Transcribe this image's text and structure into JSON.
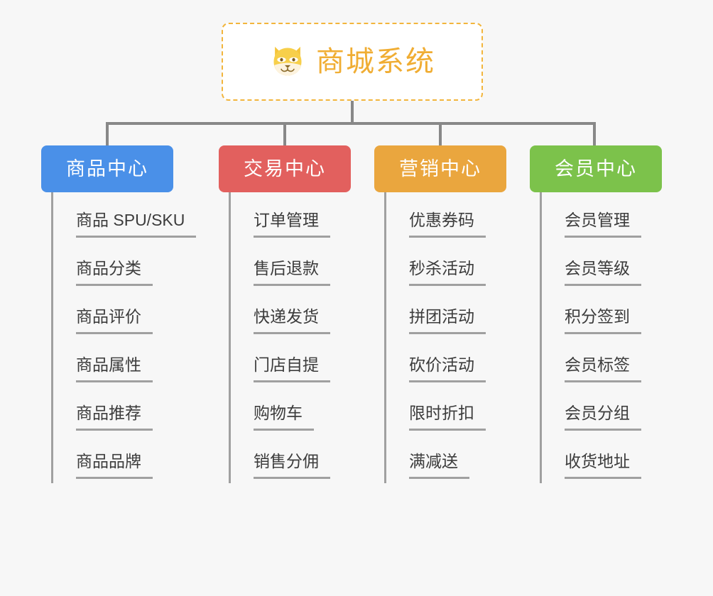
{
  "background_color": "#f7f7f7",
  "root": {
    "title": "商城系统",
    "icon": "shiba-dog-face-icon",
    "text_color": "#f0ad33",
    "border_color": "#f2b53c"
  },
  "connector_color": "#888888",
  "columns": [
    {
      "id": "product-center",
      "label": "商品中心",
      "color": "#4a90e8",
      "items": [
        "商品 SPU/SKU",
        "商品分类",
        "商品评价",
        "商品属性",
        "商品推荐",
        "商品品牌"
      ]
    },
    {
      "id": "trade-center",
      "label": "交易中心",
      "color": "#e2605e",
      "items": [
        "订单管理",
        "售后退款",
        "快递发货",
        "门店自提",
        "购物车",
        "销售分佣"
      ]
    },
    {
      "id": "marketing-center",
      "label": "营销中心",
      "color": "#eaa63e",
      "items": [
        "优惠券码",
        "秒杀活动",
        "拼团活动",
        "砍价活动",
        "限时折扣",
        "满减送"
      ]
    },
    {
      "id": "member-center",
      "label": "会员中心",
      "color": "#7cc24b",
      "items": [
        "会员管理",
        "会员等级",
        "积分签到",
        "会员标签",
        "会员分组",
        "收货地址"
      ]
    }
  ]
}
